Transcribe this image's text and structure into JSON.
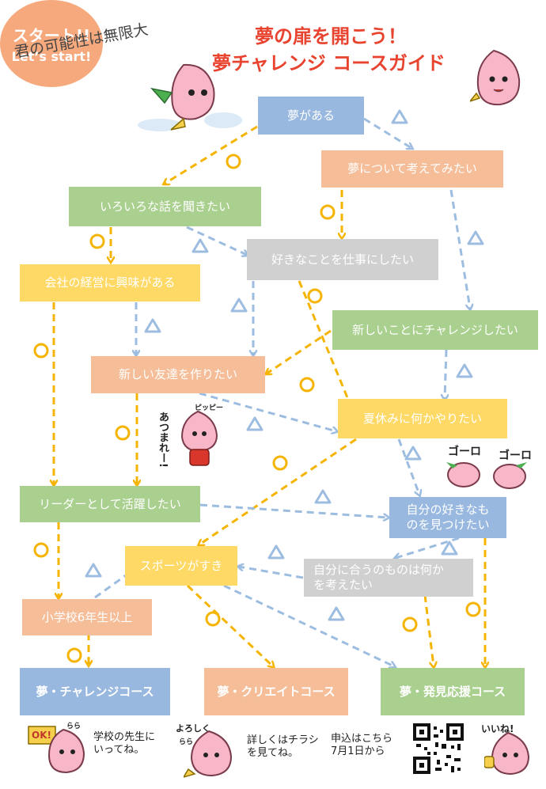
{
  "header": {
    "tagline": "君の可能性は無限大",
    "title_line1": "夢の扉を開こう！",
    "title_line2": "夢チャレンジ コースガイド"
  },
  "start": {
    "line1": "スタート!!",
    "line2": "Let’s start!"
  },
  "nodes": {
    "yume_ga_aru": "夢がある",
    "yume_kangaetai": "夢について考えてみたい",
    "iroiro": "いろいろな話を聞きたい",
    "suki_shigoto": "好きなことを仕事にしたい",
    "keiei": "会社の経営に興味がある",
    "atarashii_challenge": "新しいことにチャレンジしたい",
    "tomodachi": "新しい友達を作りたい",
    "natsuyasumi": "夏休みに何かやりたい",
    "leader": "リーダーとして活躍したい",
    "jibun_suki_1": "自分の好きなも",
    "jibun_suki_2": "のを見つけたい",
    "sports": "スポーツがすき",
    "jibun_au_1": "自分に合うのものは何か",
    "jibun_au_2": "を考えたい",
    "shogakko": "小学校6年生以上"
  },
  "results": {
    "challenge": "夢・チャレンジコース",
    "create": "夢・クリエイトコース",
    "hakken": "夢・発見応援コース"
  },
  "marks": {
    "yes": "○",
    "maybe": "△"
  },
  "mascots": {
    "atsumare": "あつまれー!",
    "pippi": "ピッピー",
    "goro1": "ゴーロ",
    "goro2": "ゴーロ",
    "ok": "OK!",
    "rara1": "らら",
    "yoroshiku": "よろしく",
    "rara2": "らら",
    "iine": "いいね!"
  },
  "footer": {
    "teacher_1": "学校の先生に",
    "teacher_2": "いってね。",
    "flyer_1": "詳しくはチラシ",
    "flyer_2": "を見てね。",
    "apply_1": "申込はこちら",
    "apply_2": "7月1日から"
  },
  "colors": {
    "yes_arrow": "#f4b400",
    "maybe_arrow": "#9dbde0",
    "title": "#e8432f"
  }
}
